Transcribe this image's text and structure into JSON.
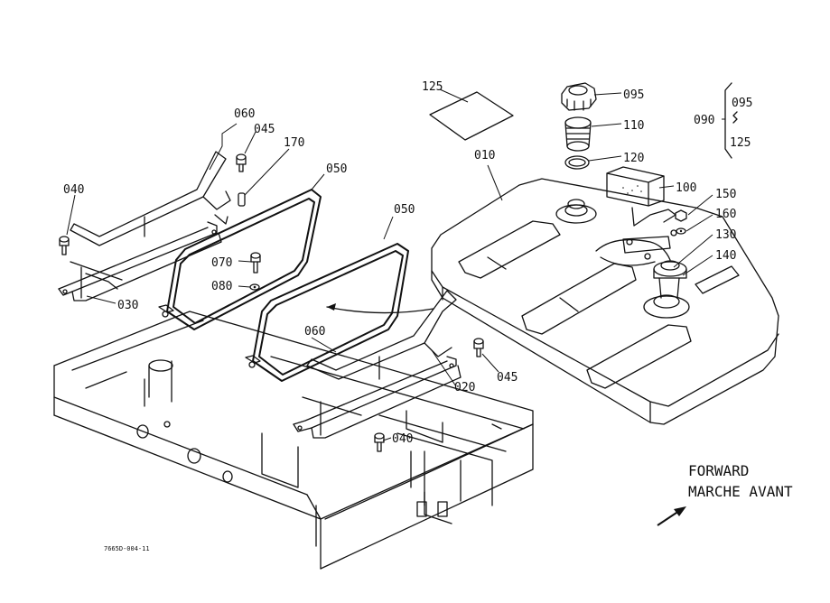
{
  "labels": {
    "p010": "010",
    "p020": "020",
    "p030": "030",
    "p040a": "040",
    "p040b": "040",
    "p045a": "045",
    "p045b": "045",
    "p050a": "050",
    "p050b": "050",
    "p060a": "060",
    "p060b": "060",
    "p070": "070",
    "p080": "080",
    "p090": "090",
    "p095a": "095",
    "p095b": "095",
    "p100": "100",
    "p110": "110",
    "p120": "120",
    "p125a": "125",
    "p125b": "125",
    "p130": "130",
    "p140": "140",
    "p150": "150",
    "p160": "160",
    "p170": "170"
  },
  "direction": {
    "line1": "FORWARD",
    "line2": "MARCHE AVANT"
  },
  "drawing_code": "7665D-004-11"
}
